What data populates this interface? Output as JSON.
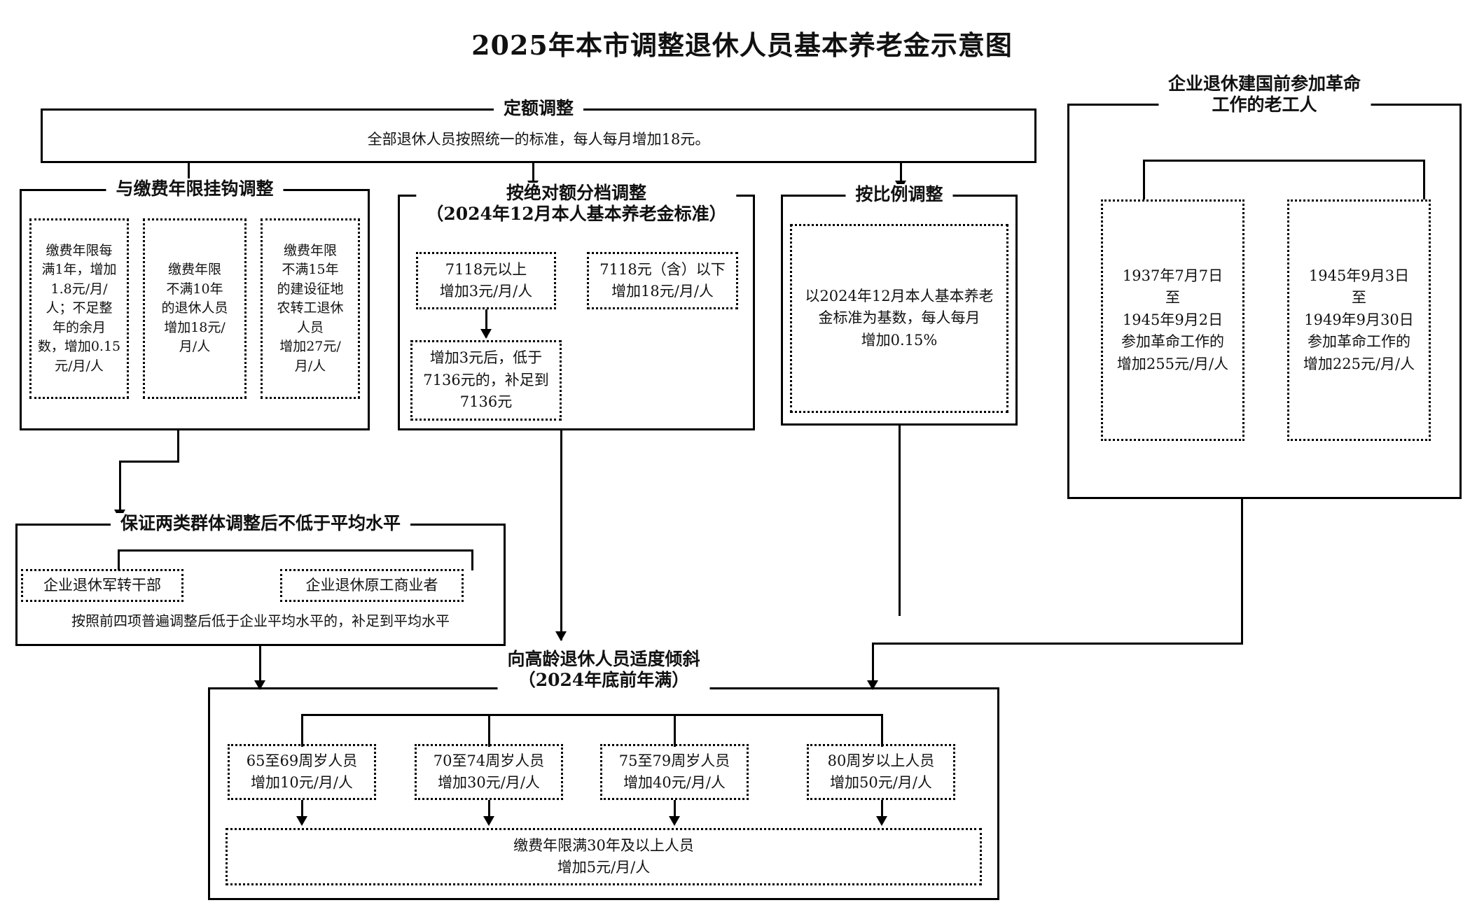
{
  "title": "2025年本市调整退休人员基本养老金示意图",
  "groups": {
    "quota": {
      "caption": "定额调整",
      "body": "全部退休人员按照统一的标准，每人每月增加18元。"
    },
    "years_linked": {
      "caption": "与缴费年限挂钩调整",
      "boxes": [
        "缴费年限每满1年，增加1.8元/月/人；不足整年的余月数，增加0.15元/月/人",
        "缴费年限不满10年的退休人员增加18元/月/人",
        "缴费年限不满15年的建设征地农转工退休人员增加27元/月/人"
      ]
    },
    "absolute_tier": {
      "caption_line1": "按绝对额分档调整",
      "caption_line2": "（2024年12月本人基本养老金标准）",
      "box_high": "7118元以上增加3元/月/人",
      "box_low": "7118元（含）以下增加18元/月/人",
      "box_topup": "增加3元后，低于7136元的，补足到7136元"
    },
    "proportional": {
      "caption": "按比例调整",
      "box": "以2024年12月本人基本养老金标准为基数，每人每月增加0.15%"
    },
    "pre_founding": {
      "caption_line1": "企业退休建国前参加革命",
      "caption_line2": "工作的老工人",
      "box_left": "1937年7月7日至1945年9月2日参加革命工作的增加255元/月/人",
      "box_right": "1945年9月3日至1949年9月30日参加革命工作的增加225元/月/人"
    },
    "two_groups": {
      "caption": "保证两类群体调整后不低于平均水平",
      "box_left": "企业退休军转干部",
      "box_right": "企业退休原工商业者",
      "note": "按照前四项普遍调整后低于企业平均水平的，补足到平均水平"
    },
    "elderly": {
      "caption_line1": "向高龄退休人员适度倾斜",
      "caption_line2": "（2024年底前年满）",
      "boxes": [
        "65至69周岁人员增加10元/月/人",
        "70至74周岁人员增加30元/月/人",
        "75至79周岁人员增加40元/月/人",
        "80周岁以上人员增加50元/月/人"
      ],
      "bottom_box": "缴费年限满30年及以上人员增加5元/月/人"
    }
  },
  "lines": {
    "years_linked_b1_l1": "缴费年限每",
    "years_linked_b1_l2": "满1年，增加",
    "years_linked_b1_l3": "1.8元/月/",
    "years_linked_b1_l4": "人；不足整",
    "years_linked_b1_l5": "年的余月",
    "years_linked_b1_l6": "数，增加0.15",
    "years_linked_b1_l7": "元/月/人",
    "years_linked_b2_l1": "缴费年限",
    "years_linked_b2_l2": "不满10年",
    "years_linked_b2_l3": "的退休人员",
    "years_linked_b2_l4": "增加18元/",
    "years_linked_b2_l5": "月/人",
    "years_linked_b3_l1": "缴费年限",
    "years_linked_b3_l2": "不满15年",
    "years_linked_b3_l3": "的建设征地",
    "years_linked_b3_l4": "农转工退休",
    "years_linked_b3_l5": "人员",
    "years_linked_b3_l6": "增加27元/",
    "years_linked_b3_l7": "月/人",
    "abs_high_l1": "7118元以上",
    "abs_high_l2": "增加3元/月/人",
    "abs_low_l1": "7118元（含）以下",
    "abs_low_l2": "增加18元/月/人",
    "abs_top_l1": "增加3元后，低于",
    "abs_top_l2": "7136元的，补足到",
    "abs_top_l3": "7136元",
    "prop_l1": "以2024年12月本人基本养老",
    "prop_l2": "金标准为基数，每人每月",
    "prop_l3": "增加0.15%",
    "pf_left_l1": "1937年7月7日",
    "pf_left_l2": "至",
    "pf_left_l3": "1945年9月2日",
    "pf_left_l4": "参加革命工作的",
    "pf_left_l5": "增加255元/月/人",
    "pf_right_l1": "1945年9月3日",
    "pf_right_l2": "至",
    "pf_right_l3": "1949年9月30日",
    "pf_right_l4": "参加革命工作的",
    "pf_right_l5": "增加225元/月/人",
    "eld_b1_l1": "65至69周岁人员",
    "eld_b1_l2": "增加10元/月/人",
    "eld_b2_l1": "70至74周岁人员",
    "eld_b2_l2": "增加30元/月/人",
    "eld_b3_l1": "75至79周岁人员",
    "eld_b3_l2": "增加40元/月/人",
    "eld_b4_l1": "80周岁以上人员",
    "eld_b4_l2": "增加50元/月/人",
    "eld_bot_l1": "缴费年限满30年及以上人员",
    "eld_bot_l2": "增加5元/月/人"
  }
}
